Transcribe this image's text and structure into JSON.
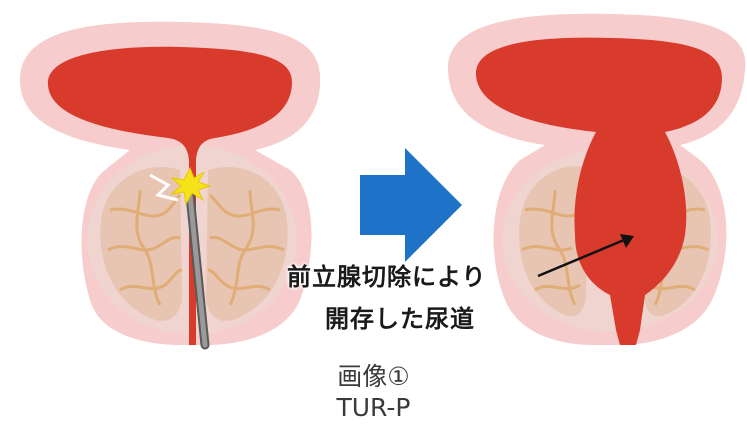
{
  "annotation": {
    "line1": "前立腺切除により",
    "line2": "開存した尿道"
  },
  "caption": {
    "line1": "画像①",
    "line2": "TUR-P"
  },
  "colors": {
    "bladder_outer": "#f5c8c8",
    "bladder_inner": "#d93a2b",
    "capsule": "#f2d5d0",
    "prostate_fill": "#e9c7b5",
    "lobule_lines": "#e2b07a",
    "arrow_blue": "#1e73c8",
    "instrument_gray": "#8a8a8a",
    "spark_yellow": "#f7e21a"
  },
  "icons": {
    "transition_arrow": "arrow-right-icon",
    "resectoscope": "resectoscope-icon",
    "pointer": "pointer-arrow-icon",
    "spark": "spark-icon"
  }
}
